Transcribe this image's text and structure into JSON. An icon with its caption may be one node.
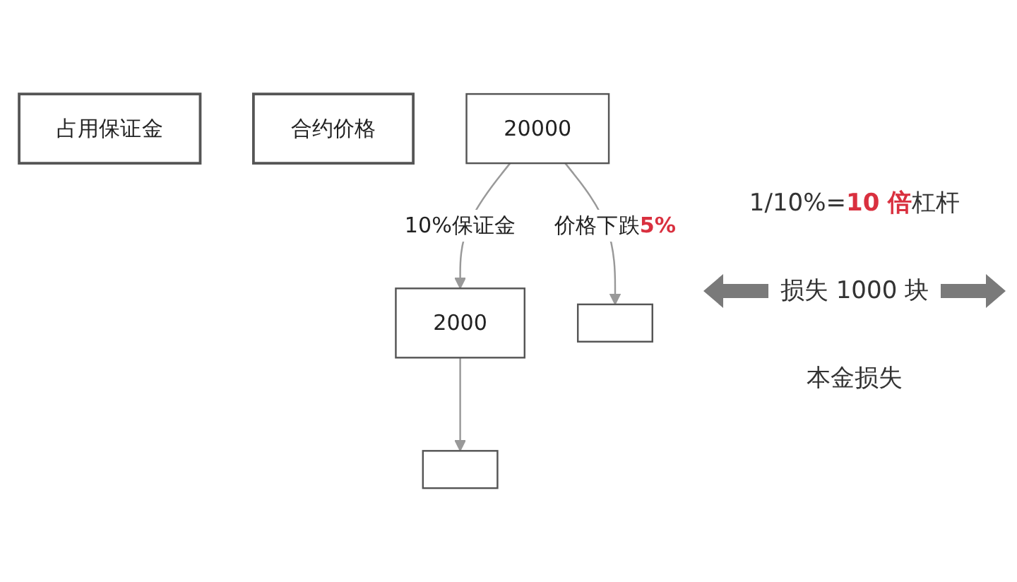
{
  "diagram": {
    "nodes": [
      {
        "text": [
          "占用保证金"
        ]
      },
      {
        "text": [
          "合约价格"
        ]
      },
      {
        "text": [
          "2000"
        ]
      },
      {
        "text": [
          "20000"
        ]
      },
      {
        "text": [],
        "shape": "box"
      },
      {
        "text": [],
        "shape": "box"
      }
    ],
    "edges": [
      {
        "from": 3,
        "to": 2,
        "arrow": "to",
        "label": "10%保证金"
      },
      {
        "from": 2,
        "to": 4,
        "arrow": "to"
      },
      {
        "from": 3,
        "to": 5,
        "arrow": "to",
        "label": "价格下跌**5%**"
      }
    ],
    "labels": [
      "1/10%=**10 倍**杠杆",
      "损失 1000 块",
      "本金损失"
    ]
  }
}
